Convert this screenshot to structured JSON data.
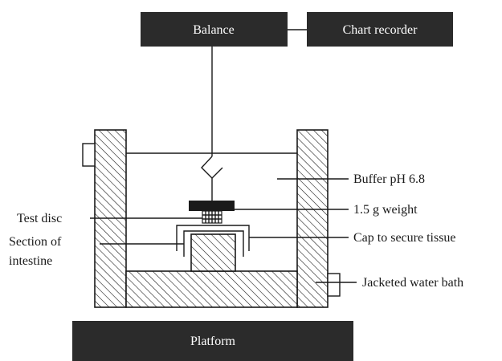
{
  "boxes": {
    "balance": "Balance",
    "chart_recorder": "Chart recorder",
    "platform": "Platform"
  },
  "labels": {
    "buffer": "Buffer pH 6.8",
    "weight": "1.5 g weight",
    "cap": "Cap to secure tissue",
    "water_bath": "Jacketed water bath",
    "test_disc": "Test disc",
    "section_line1": "Section of",
    "section_line2": "intestine"
  },
  "colors": {
    "box_fill": "#2b2b2b",
    "line": "#1a1a1a",
    "background": "#ffffff"
  }
}
